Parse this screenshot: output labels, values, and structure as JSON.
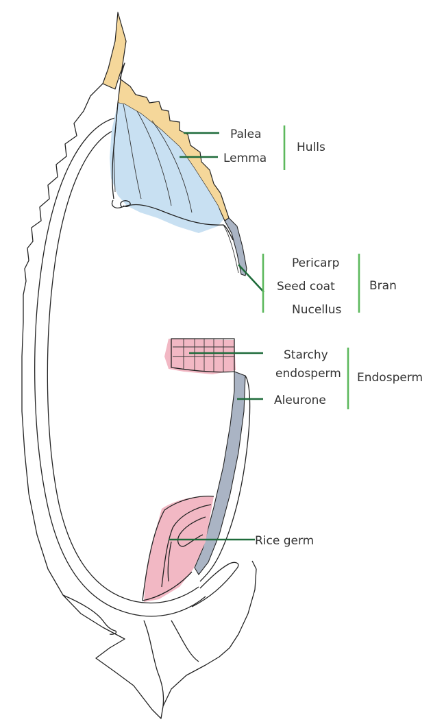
{
  "labels": {
    "palea": "Palea",
    "lemma": "Lemma",
    "hulls": "Hulls",
    "pericarp": "Pericarp",
    "seed_coat": "Seed coat",
    "nucellus": "Nucellus",
    "bran": "Bran",
    "starchy_line1": "Starchy",
    "starchy_line2": "endosperm",
    "aleurone": "Aleurone",
    "endosperm": "Endosperm",
    "rice_germ": "Rice germ"
  },
  "colors": {
    "leader_line": "#1e6b3a",
    "bracket": "#5cb85c",
    "hull_fill": "#f5d79a",
    "lemma_fill": "#c8e0f2",
    "bran_fill": "#aab4c4",
    "starch_fill": "#f2b8c4",
    "germ_fill": "#f2b8c4"
  }
}
